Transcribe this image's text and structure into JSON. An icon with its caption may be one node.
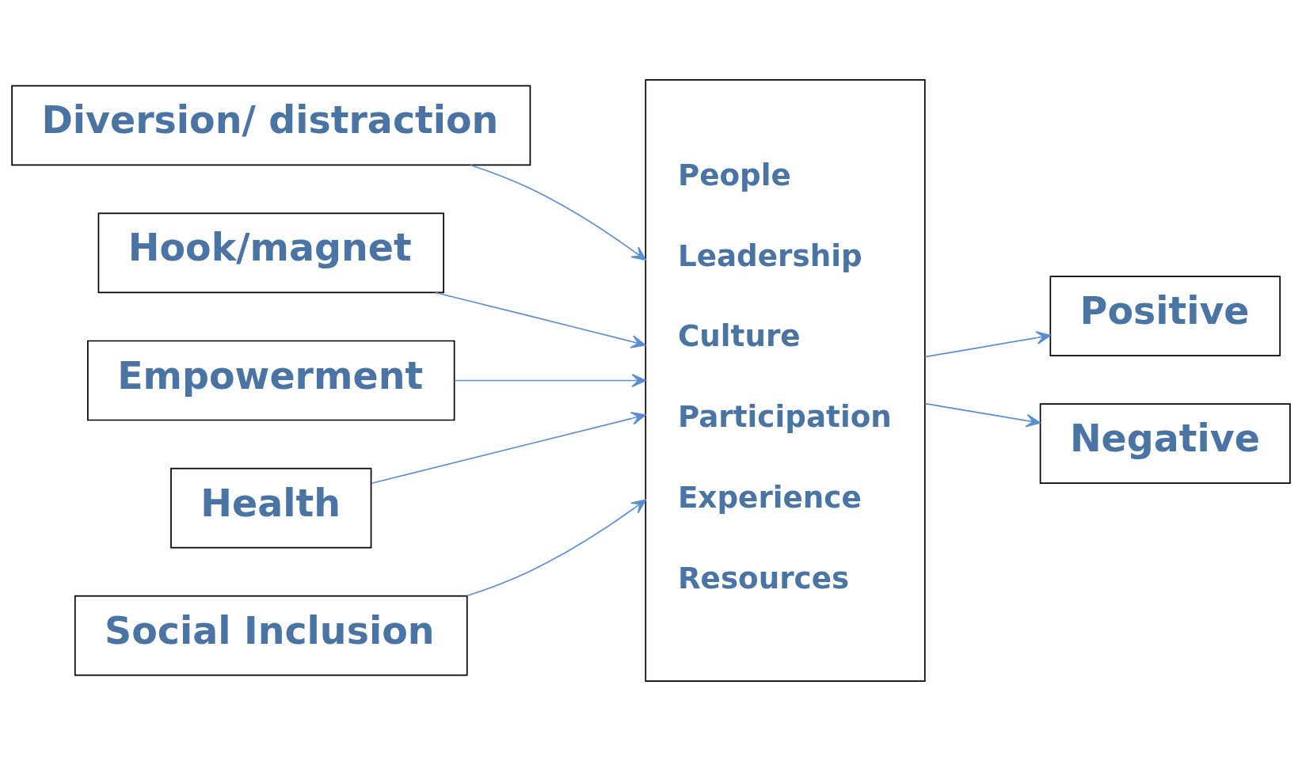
{
  "diagram": {
    "nodes": [
      {
        "text": [
          "Diversion/ distraction"
        ]
      },
      {
        "text": [
          "Hook/magnet"
        ]
      },
      {
        "text": [
          "Empowerment"
        ]
      },
      {
        "text": [
          "Health"
        ]
      },
      {
        "text": [
          "Social Inclusion"
        ]
      },
      {
        "text": [
          "People",
          "Leadership",
          "Culture",
          "Participation",
          "Experience",
          "Resources"
        ]
      },
      {
        "text": [
          "Positive"
        ]
      },
      {
        "text": [
          "Negative"
        ]
      }
    ],
    "edges": [
      {
        "from": 0,
        "to": 5,
        "arrow": "to"
      },
      {
        "from": 1,
        "to": 5,
        "arrow": "to"
      },
      {
        "from": 2,
        "to": 5,
        "arrow": "to"
      },
      {
        "from": 3,
        "to": 5,
        "arrow": "to"
      },
      {
        "from": 4,
        "to": 5,
        "arrow": "to"
      },
      {
        "from": 5,
        "to": 6,
        "arrow": "to"
      },
      {
        "from": 5,
        "to": 7,
        "arrow": "to"
      }
    ]
  }
}
